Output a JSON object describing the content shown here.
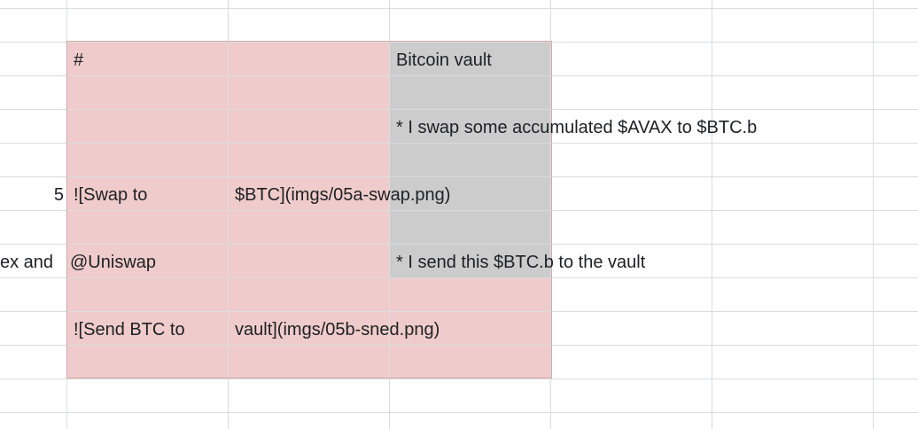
{
  "sheet": {
    "fill_colors": {
      "pink": "#efcccb",
      "gray": "#cccccc",
      "gridline": "#dadce0"
    },
    "cells": {
      "heading_hash": "#",
      "title": "Bitcoin vault",
      "bullet_swap": "* I swap some accumulated $AVAX to $BTC.b",
      "step_number": "5",
      "swap_image_part1": "![Swap to",
      "swap_image_part2": "$BTC](imgs/05a-swap.png)",
      "overflow_text": "ex and",
      "uniswap": "@Uniswap",
      "bullet_send": "* I send this $BTC.b to the vault",
      "send_image_part1": "![Send BTC to",
      "send_image_part2": "vault](imgs/05b-sned.png)"
    }
  }
}
